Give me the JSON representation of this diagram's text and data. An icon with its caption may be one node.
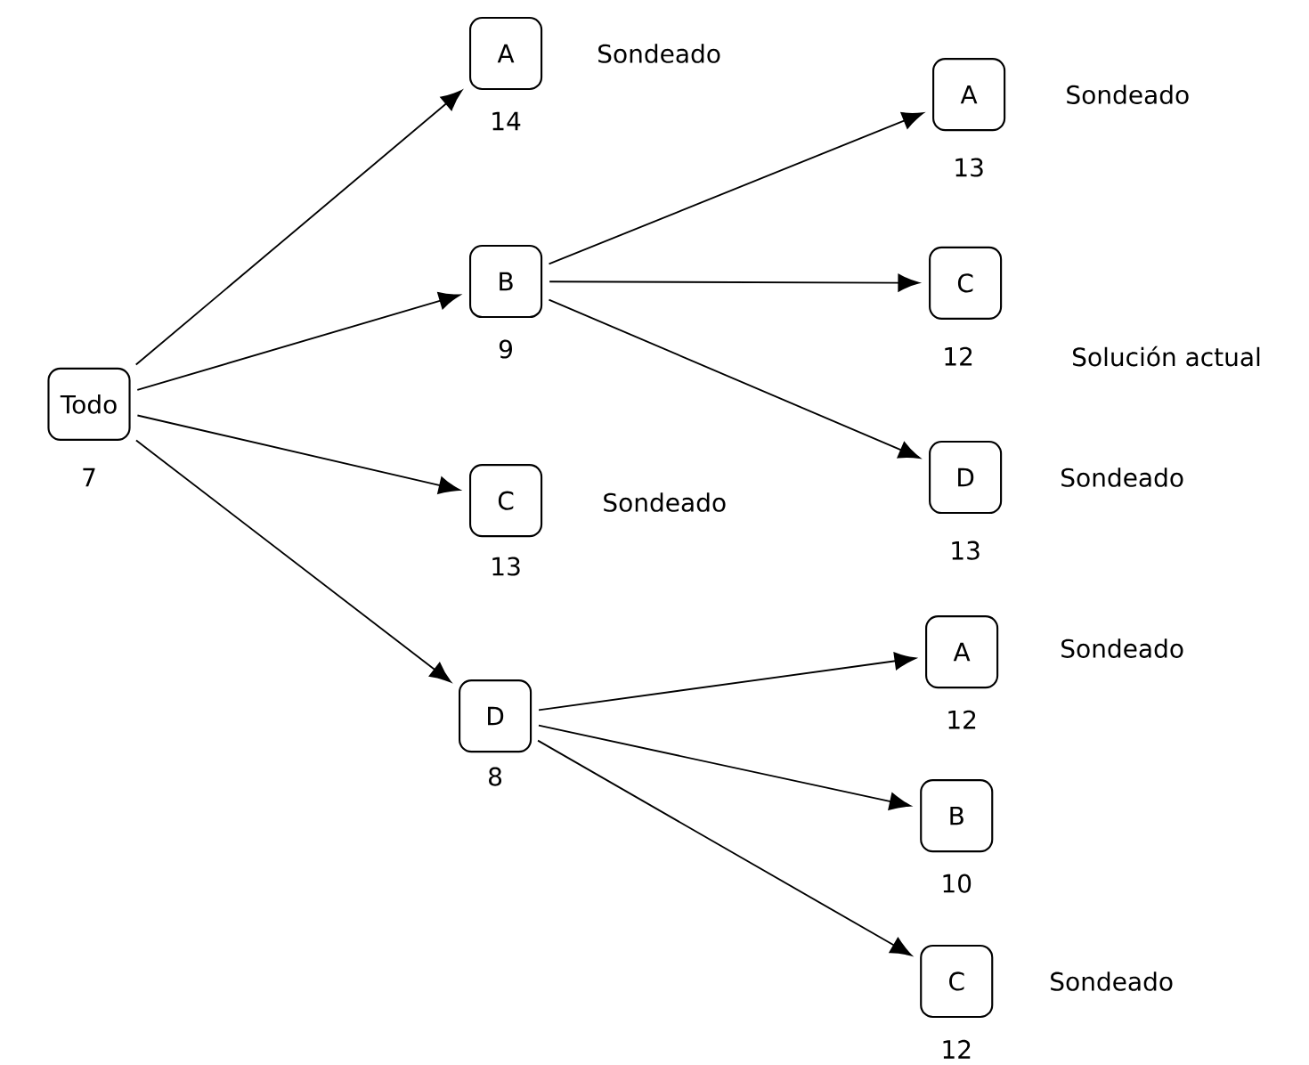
{
  "diagram": {
    "nodes": [
      {
        "text": [
          "Todo"
        ],
        "beside": [
          "7"
        ]
      },
      {
        "text": [
          "A"
        ],
        "beside": [
          "14",
          "Sondeado"
        ]
      },
      {
        "text": [
          "B"
        ],
        "beside": [
          "9"
        ]
      },
      {
        "text": [
          "C"
        ],
        "beside": [
          "13",
          "Sondeado"
        ]
      },
      {
        "text": [
          "D"
        ],
        "beside": [
          "8"
        ]
      },
      {
        "text": [
          "A"
        ],
        "beside": [
          "13",
          "Sondeado"
        ]
      },
      {
        "text": [
          "C"
        ],
        "beside": [
          "12",
          "Solución actual"
        ]
      },
      {
        "text": [
          "D"
        ],
        "beside": [
          "13",
          "Sondeado"
        ]
      },
      {
        "text": [
          "A"
        ],
        "beside": [
          "12",
          "Sondeado"
        ]
      },
      {
        "text": [
          "B"
        ],
        "beside": [
          "10"
        ]
      },
      {
        "text": [
          "C"
        ],
        "beside": [
          "12",
          "Sondeado"
        ]
      }
    ],
    "edges": [
      {
        "from": 0,
        "to": 1,
        "arrow": "to"
      },
      {
        "from": 0,
        "to": 2,
        "arrow": "to"
      },
      {
        "from": 0,
        "to": 3,
        "arrow": "to"
      },
      {
        "from": 0,
        "to": 4,
        "arrow": "to"
      },
      {
        "from": 2,
        "to": 5,
        "arrow": "to"
      },
      {
        "from": 2,
        "to": 6,
        "arrow": "to"
      },
      {
        "from": 2,
        "to": 7,
        "arrow": "to"
      },
      {
        "from": 4,
        "to": 8,
        "arrow": "to"
      },
      {
        "from": 4,
        "to": 9,
        "arrow": "to"
      },
      {
        "from": 4,
        "to": 10,
        "arrow": "to"
      }
    ]
  }
}
